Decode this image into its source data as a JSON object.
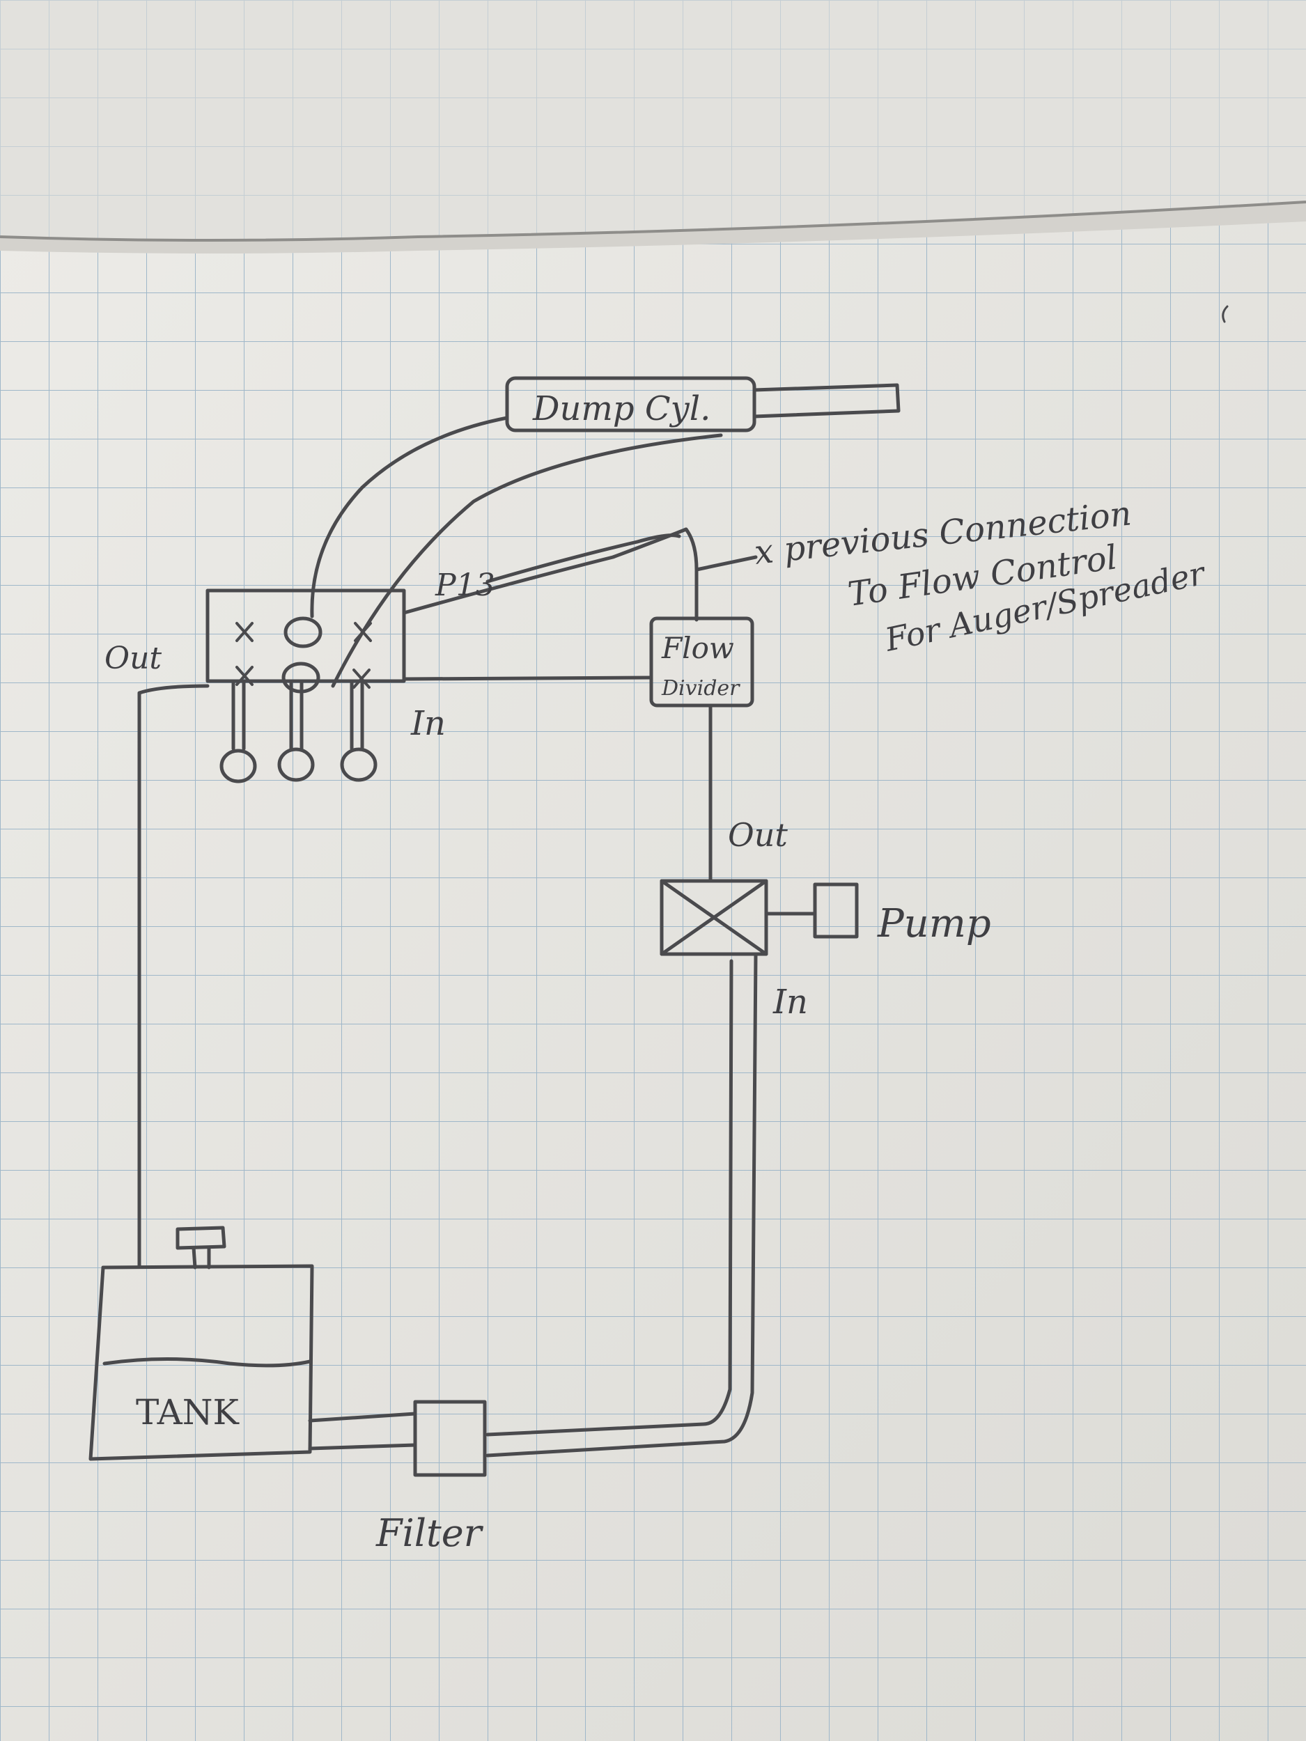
{
  "diagram": {
    "ink_color": "#4a4a4d",
    "paper_color": "#e6e5e1",
    "grid_color": "#9fb7c9",
    "labels": {
      "dump_cylinder": "Dump Cyl.",
      "valve_out": "Out",
      "valve_in": "In",
      "p13": "P13",
      "previous_connection_line1": "x previous Connection",
      "previous_connection_line2": "To Flow Control",
      "previous_connection_line3": "For Auger/Spreader",
      "flow_divider_line1": "Flow",
      "flow_divider_line2": "Divider",
      "pump_out": "Out",
      "pump": "Pump",
      "pump_in": "In",
      "tank": "TANK",
      "filter": "Filter"
    }
  }
}
